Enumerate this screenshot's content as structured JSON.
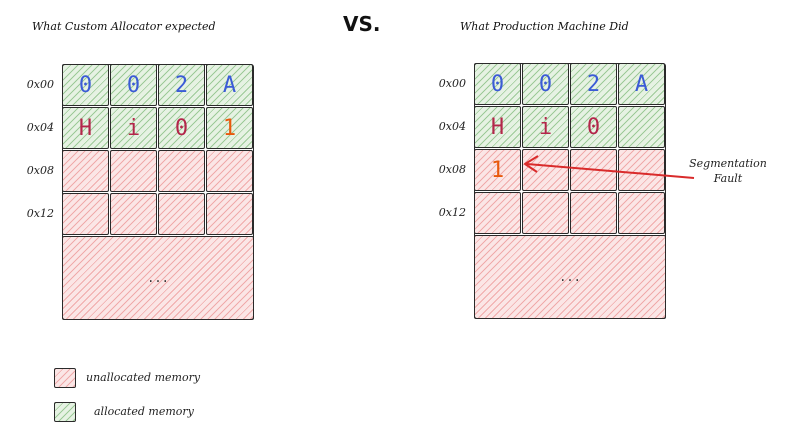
{
  "left": {
    "title": "What Custom Allocator expected",
    "rows": [
      {
        "addr": "0x00",
        "cells": [
          {
            "text": "0",
            "state": "allocated",
            "color": "#3b5bd6"
          },
          {
            "text": "0",
            "state": "allocated",
            "color": "#3b5bd6"
          },
          {
            "text": "2",
            "state": "allocated",
            "color": "#3b5bd6"
          },
          {
            "text": "A",
            "state": "allocated",
            "color": "#3b5bd6"
          }
        ]
      },
      {
        "addr": "0x04",
        "cells": [
          {
            "text": "H",
            "state": "allocated",
            "color": "#b3264a"
          },
          {
            "text": "i",
            "state": "allocated",
            "color": "#b3264a"
          },
          {
            "text": "0",
            "state": "allocated",
            "color": "#b3264a"
          },
          {
            "text": "1",
            "state": "allocated",
            "color": "#e8590c"
          }
        ]
      },
      {
        "addr": "0x08",
        "cells": [
          {
            "text": "",
            "state": "unallocated",
            "color": "#222222"
          },
          {
            "text": "",
            "state": "unallocated",
            "color": "#222222"
          },
          {
            "text": "",
            "state": "unallocated",
            "color": "#222222"
          },
          {
            "text": "",
            "state": "unallocated",
            "color": "#222222"
          }
        ]
      },
      {
        "addr": "0x12",
        "cells": [
          {
            "text": "",
            "state": "unallocated",
            "color": "#222222"
          },
          {
            "text": "",
            "state": "unallocated",
            "color": "#222222"
          },
          {
            "text": "",
            "state": "unallocated",
            "color": "#222222"
          },
          {
            "text": "",
            "state": "unallocated",
            "color": "#222222"
          }
        ]
      }
    ],
    "ellipsis": "..."
  },
  "vs": "VS.",
  "right": {
    "title": "What Production Machine Did",
    "rows": [
      {
        "addr": "0x00",
        "cells": [
          {
            "text": "0",
            "state": "allocated",
            "color": "#3b5bd6"
          },
          {
            "text": "0",
            "state": "allocated",
            "color": "#3b5bd6"
          },
          {
            "text": "2",
            "state": "allocated",
            "color": "#3b5bd6"
          },
          {
            "text": "A",
            "state": "allocated",
            "color": "#3b5bd6"
          }
        ]
      },
      {
        "addr": "0x04",
        "cells": [
          {
            "text": "H",
            "state": "allocated",
            "color": "#b3264a"
          },
          {
            "text": "i",
            "state": "allocated",
            "color": "#b3264a"
          },
          {
            "text": "0",
            "state": "allocated",
            "color": "#b3264a"
          },
          {
            "text": "",
            "state": "allocated",
            "color": "#222222"
          }
        ]
      },
      {
        "addr": "0x08",
        "cells": [
          {
            "text": "1",
            "state": "unallocated",
            "color": "#e8590c"
          },
          {
            "text": "",
            "state": "unallocated",
            "color": "#222222"
          },
          {
            "text": "",
            "state": "unallocated",
            "color": "#222222"
          },
          {
            "text": "",
            "state": "unallocated",
            "color": "#222222"
          }
        ]
      },
      {
        "addr": "0x12",
        "cells": [
          {
            "text": "",
            "state": "unallocated",
            "color": "#222222"
          },
          {
            "text": "",
            "state": "unallocated",
            "color": "#222222"
          },
          {
            "text": "",
            "state": "unallocated",
            "color": "#222222"
          },
          {
            "text": "",
            "state": "unallocated",
            "color": "#222222"
          }
        ]
      }
    ],
    "ellipsis": "..."
  },
  "annotation": {
    "line1": "Segmentation",
    "line2": "Fault",
    "arrow_color": "#d92b2b"
  },
  "legend": {
    "unallocated": "unallocated memory",
    "allocated": "allocated memory"
  },
  "colors": {
    "allocated": "#cfe8c9",
    "unallocated": "#f7c9c9",
    "stroke": "#2a2a2a"
  }
}
